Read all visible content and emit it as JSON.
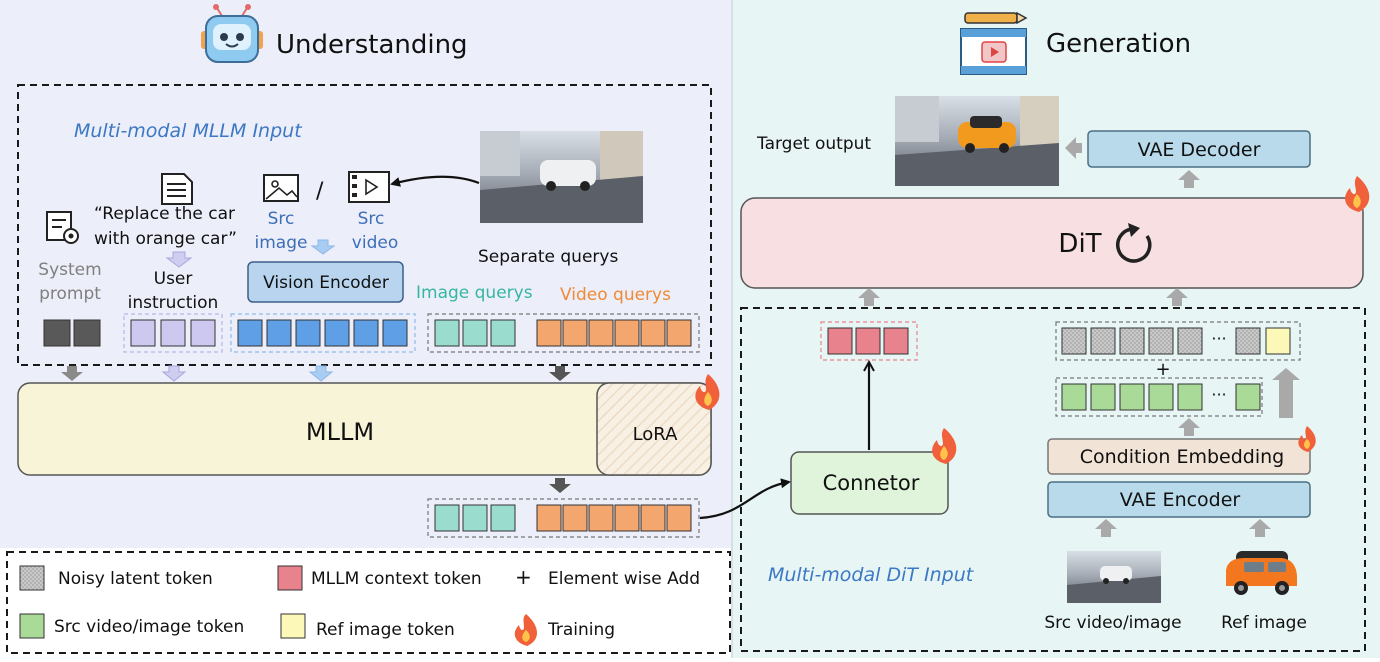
{
  "understanding": {
    "title": "Understanding",
    "input_panel_title": "Multi-modal MLLM Input",
    "instruction_quote_line1": "“Replace the car",
    "instruction_quote_line2": "with orange car”",
    "src_image_line1": "Src",
    "src_image_line2": "image",
    "src_video_line1": "Src",
    "src_video_line2": "video",
    "slash": "/",
    "system_prompt_line1": "System",
    "system_prompt_line2": "prompt",
    "user_instruction_line1": "User",
    "user_instruction_line2": "instruction",
    "vision_encoder": "Vision Encoder",
    "separate_querys": "Separate querys",
    "image_querys": "Image querys",
    "video_querys": "Video querys",
    "mllm": "MLLM",
    "lora": "LoRA"
  },
  "generation": {
    "title": "Generation",
    "target_output": "Target output",
    "vae_decoder": "VAE Decoder",
    "dit": "DiT",
    "connector": "Connetor",
    "condition_embedding": "Condition Embedding",
    "vae_encoder": "VAE Encoder",
    "dit_input_title": "Multi-modal DiT Input",
    "src_video_image": "Src video/image",
    "ref_image": "Ref image",
    "ellipsis": "···",
    "plus": "+"
  },
  "legend": {
    "noisy": "Noisy latent token",
    "context": "MLLM context token",
    "plus_symbol": "+",
    "add": "Element wise Add",
    "src": "Src video/image token",
    "ref": "Ref image token",
    "training": "Training"
  },
  "colors": {
    "understanding_bg": "#eceef9",
    "generation_bg": "#e7f5f4",
    "text_token": "#cdc8ef",
    "vision_token": "#5f9fe6",
    "image_query": "#9adcce",
    "video_query": "#f3a66d",
    "context_token": "#e8828c",
    "src_token": "#a9da98",
    "ref_token": "#fbf8b8",
    "noisy_token": "#c9c9c9",
    "mllm": "#f8f4d8",
    "dit": "#f8dfe2",
    "vae": "#b8daea",
    "condition": "#f1e3d6",
    "connector": "#dff4da",
    "image_querys_text": "#35b6a3",
    "video_querys_text": "#ef8a36",
    "italic_title": "#3d78c4"
  }
}
